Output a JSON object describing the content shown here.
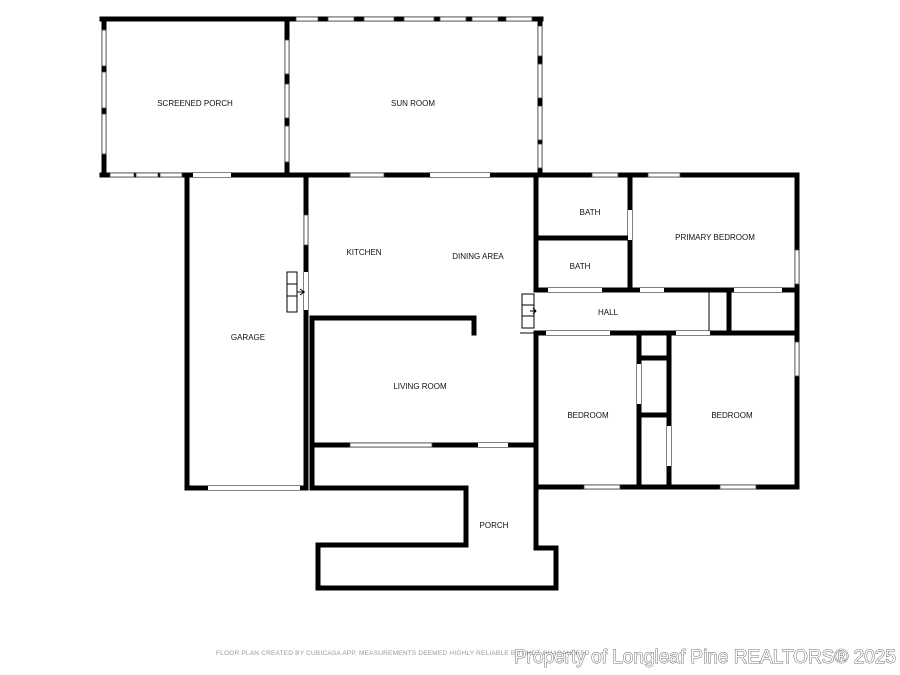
{
  "rooms": {
    "screened_porch": "SCREENED PORCH",
    "sun_room": "SUN ROOM",
    "bath_1": "BATH",
    "bath_2": "BATH",
    "primary_bedroom": "PRIMARY BEDROOM",
    "kitchen": "KITCHEN",
    "dining_area": "DINING AREA",
    "hall": "HALL",
    "garage": "GARAGE",
    "living_room": "LIVING ROOM",
    "bedroom_1": "BEDROOM",
    "bedroom_2": "BEDROOM",
    "porch": "PORCH"
  },
  "footer": {
    "credit": "FLOOR PLAN CREATED BY CUBICASA APP. MEASUREMENTS DEEMED HIGHLY RELIABLE BUT NOT GUARANTEED.",
    "watermark": "Property of Longleaf Pine REALTORS® 2025"
  },
  "colors": {
    "wall": "#000000",
    "background": "#ffffff",
    "credit_text": "#9a9a9a"
  }
}
